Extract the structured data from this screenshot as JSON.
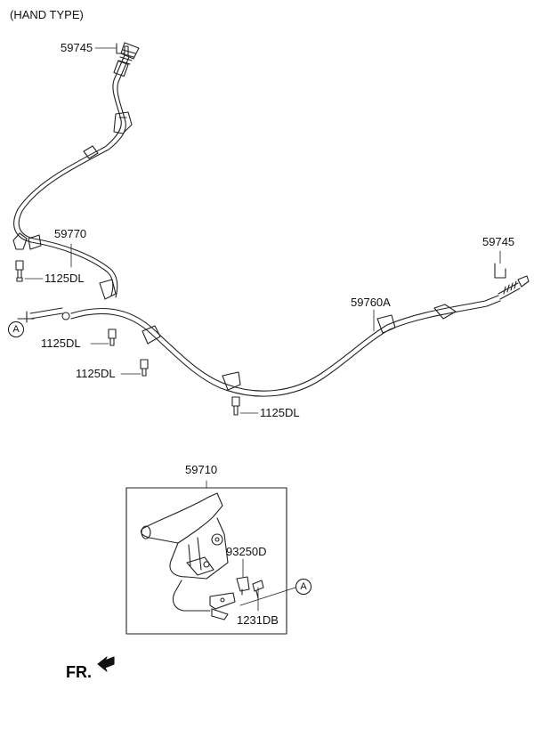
{
  "diagram": {
    "title": "(HAND TYPE)",
    "labels": {
      "p59745_top": "59745",
      "p59770": "59770",
      "p1125dl_a": "1125DL",
      "p1125dl_b": "1125DL",
      "p1125dl_c": "1125DL",
      "p1125dl_d": "1125DL",
      "p59745_right": "59745",
      "p59760a": "59760A",
      "p59710": "59710",
      "p93250d": "93250D",
      "p1231db": "1231DB"
    },
    "ref_marker": "A",
    "direction": "FR."
  }
}
